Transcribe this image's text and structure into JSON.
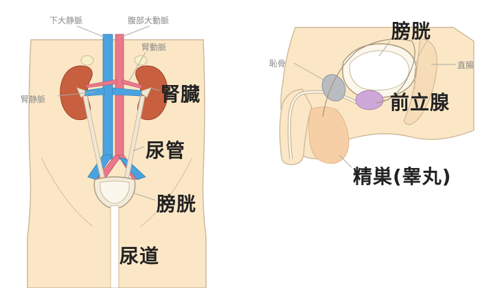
{
  "left_figure": {
    "labels": {
      "inferior_vena_cava": "下大静脈",
      "abdominal_aorta": "腹部大動脈",
      "renal_artery": "腎動脈",
      "renal_vein": "腎静脈",
      "kidney": "腎臓",
      "ureter": "尿管",
      "bladder": "膀胱",
      "urethra": "尿道"
    }
  },
  "right_figure": {
    "labels": {
      "pubic_bone": "恥骨",
      "bladder": "膀胱",
      "rectum": "直腸",
      "prostate": "前立腺",
      "testis": "精巣(睾丸)"
    }
  },
  "colors": {
    "skin": "#fbe7c6",
    "outline": "#cdb89a",
    "kidney": "#c8603f",
    "vein": "#4aa3df",
    "artery": "#e8788a",
    "ureter": "#efe6d4",
    "prostate": "#cda8d8",
    "testis": "#f6cfa6",
    "pubic_bone": "#b9bcc1",
    "label_small": "#8a8a8a",
    "label_big": "#222222"
  }
}
